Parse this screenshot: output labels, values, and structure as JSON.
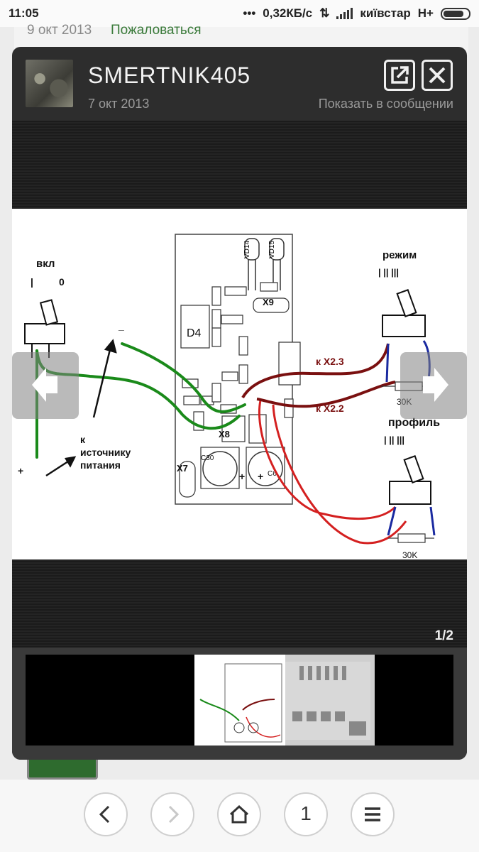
{
  "status_bar": {
    "time": "11:05",
    "network_speed": "0,32КБ/с",
    "carrier": "київстар",
    "network_type": "H+"
  },
  "background_page": {
    "date": "9 окт 2013",
    "report_link": "Пожаловаться"
  },
  "viewer": {
    "author": "SMERTNIK405",
    "date": "7 окт 2013",
    "show_in_message": "Показать в сообщении",
    "counter": "1/2",
    "image": {
      "labels": {
        "on": "вкл",
        "off_mark": "0",
        "on_mark": "|",
        "to_power": "к",
        "to_power_2": "источнику",
        "to_power_3": "питания",
        "plus": "+",
        "minus": "_",
        "mode": "режим",
        "mode_marks": "|     ||     |||",
        "profile": "профиль",
        "profile_marks": "|     ||     |||",
        "x23": "к X2.3",
        "x22": "к X2.2",
        "r1": "30K",
        "r2": "30K",
        "d4": "D4",
        "x9": "X9",
        "x7": "X7",
        "x8": "X8",
        "c30": "C30",
        "c6": "C6",
        "vd14": "VD14",
        "vd15": "VD15"
      }
    }
  },
  "bottom_nav": {
    "tab_count": "1"
  },
  "colors": {
    "green_wire": "#1a8a1a",
    "red_wire": "#d42020",
    "darkred_wire": "#7a1010",
    "blue_wire": "#1a2aa0"
  }
}
